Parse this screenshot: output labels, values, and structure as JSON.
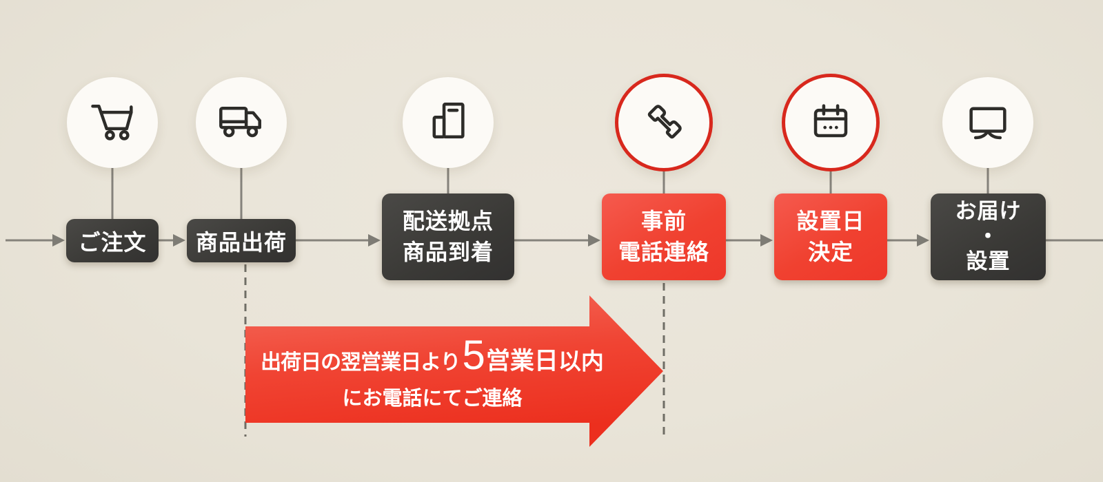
{
  "diagram": {
    "title": "delivery-installation-flow",
    "colors": {
      "background": "#e9e4d8",
      "dark_box": "#3a3936",
      "red_box": "#f04130",
      "ring_red": "#d8281d",
      "line_grey": "#85827b",
      "dash_grey": "#6f6d65",
      "arrow_red_light": "#f4695a",
      "arrow_red_deep": "#ec2f1e",
      "icon_stroke": "#2d2c29",
      "circle_fill": "#fcfaf6",
      "text_white": "#ffffff"
    },
    "steps": [
      {
        "id": "order",
        "label": "ご注文",
        "icon": "cart-icon",
        "style": "dark"
      },
      {
        "id": "shipment",
        "label": "商品出荷",
        "icon": "truck-icon",
        "style": "dark"
      },
      {
        "id": "hub-arrival",
        "label": "配送拠点\n商品到着",
        "icon": "building-icon",
        "style": "dark"
      },
      {
        "id": "advance-call",
        "label": "事前\n電話連絡",
        "icon": "phone-icon",
        "style": "red",
        "ring": true
      },
      {
        "id": "install-date",
        "label": "設置日\n決定",
        "icon": "calendar-icon",
        "style": "red",
        "ring": true
      },
      {
        "id": "delivery-install",
        "label": "お届け\n・\n設置",
        "icon": "tv-icon",
        "style": "dark"
      }
    ],
    "callout": {
      "line1_prefix": "出荷日の翌営業日より",
      "line1_number": "5",
      "line1_emph": "営業日",
      "line1_suffix": "以内",
      "line2": "にお電話にてご連絡"
    }
  }
}
